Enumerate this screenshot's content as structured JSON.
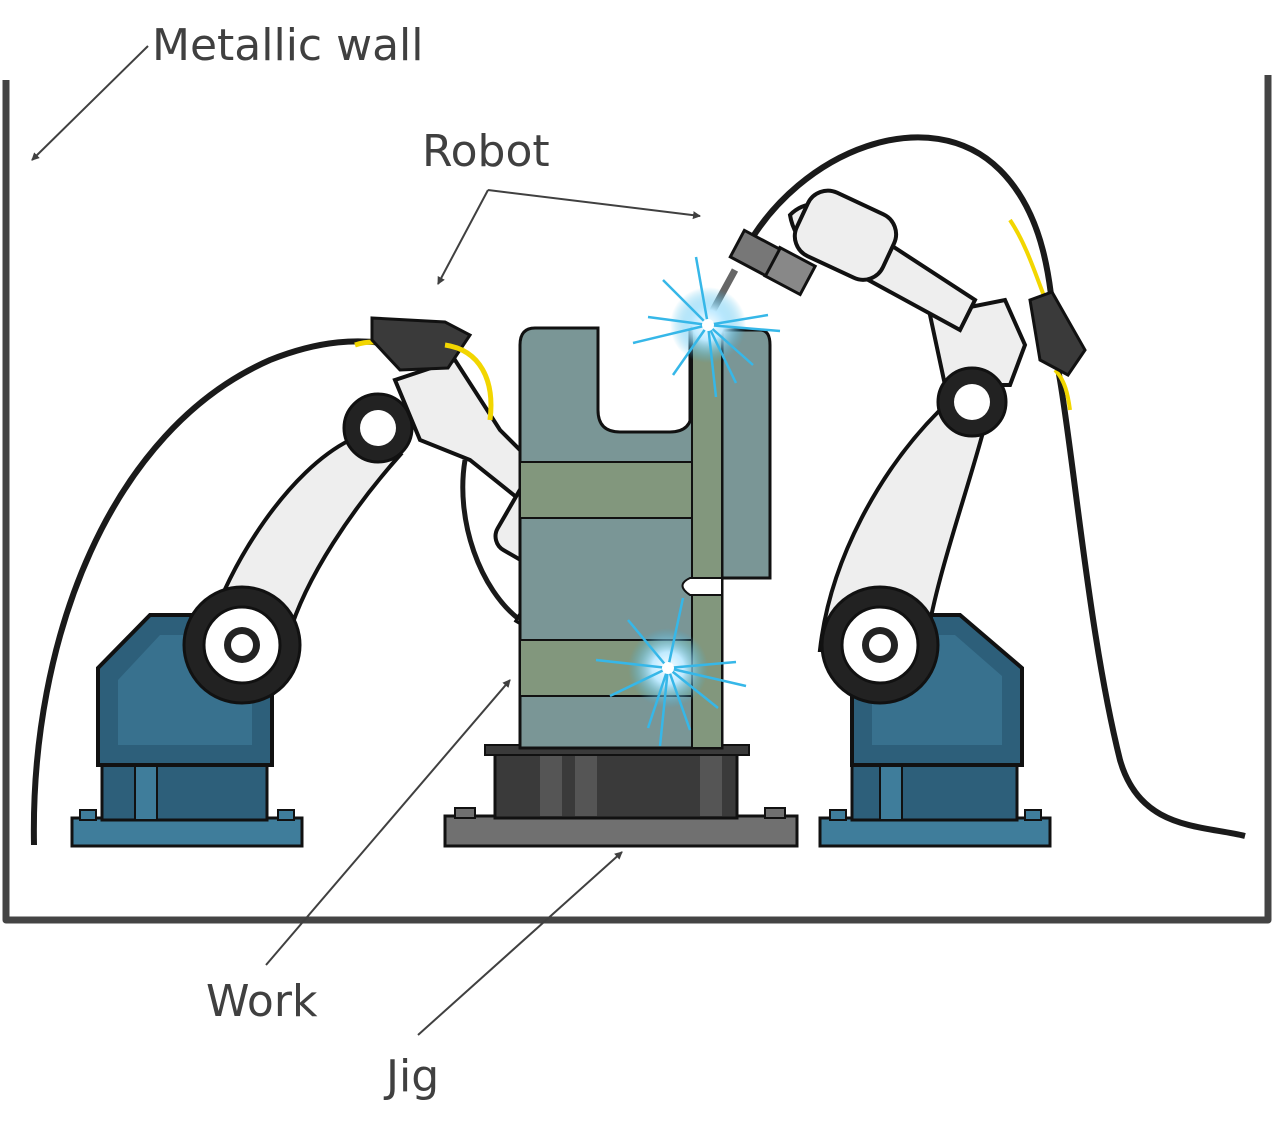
{
  "labels": {
    "metallic_wall": "Metallic wall",
    "robot": "Robot",
    "work": "Work",
    "jig": "Jig"
  },
  "colors": {
    "wall": "#444444",
    "leader": "#404040",
    "robot_base": "#2d5f7a",
    "robot_base_light": "#3f7d9b",
    "robot_arm": "#eeeeee",
    "cable": "#1a1a1a",
    "cable_accent": "#f2d600",
    "work_main": "#7a9696",
    "work_band": "#82977d",
    "jig_dark": "#3a3a3a",
    "jig_plate": "#707070",
    "spark": "#36b7e8"
  }
}
